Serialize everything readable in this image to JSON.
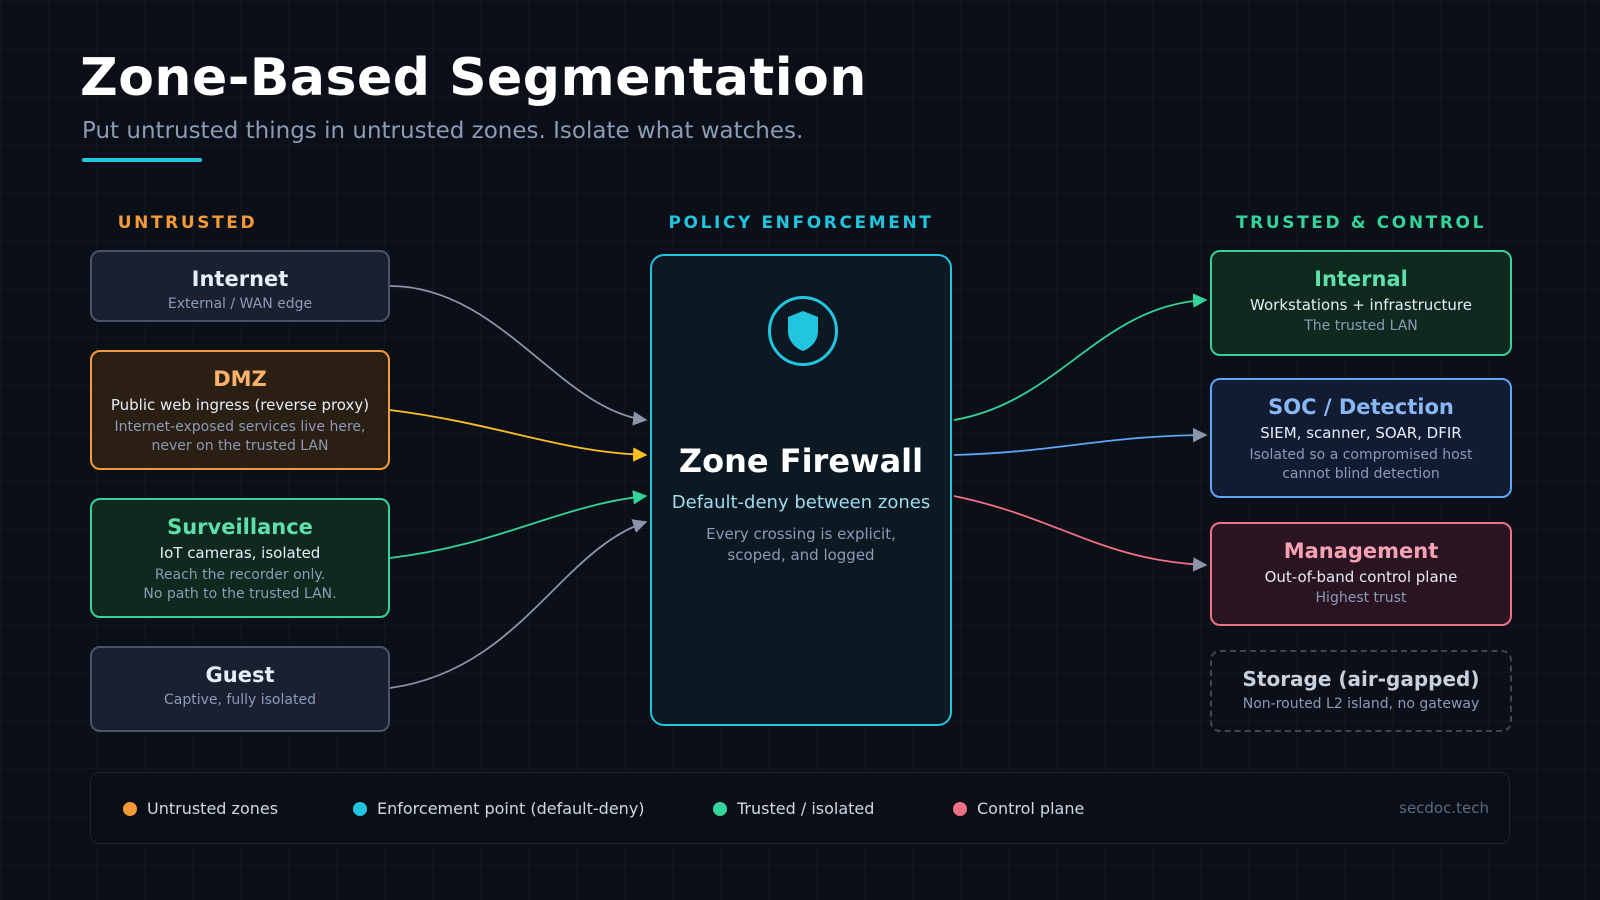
{
  "header": {
    "title": "Zone-Based Segmentation",
    "subtitle": "Put untrusted things in untrusted zones. Isolate what watches."
  },
  "columns": {
    "untrusted": "UNTRUSTED",
    "policy": "POLICY ENFORCEMENT",
    "trusted": "TRUSTED & CONTROL"
  },
  "zones_left": [
    {
      "name": "Internet",
      "sub": "External / WAN edge"
    },
    {
      "name": "DMZ",
      "line1": "Public web ingress (reverse proxy)",
      "note": "Internet-exposed services live here,\nnever on the trusted LAN"
    },
    {
      "name": "Surveillance",
      "line1": "IoT cameras, isolated",
      "note": "Reach the recorder only.\nNo path to the trusted LAN."
    },
    {
      "name": "Guest",
      "sub": "Captive, fully isolated"
    }
  ],
  "firewall": {
    "icon": "shield-icon",
    "name": "Zone Firewall",
    "desc": "Default-deny between zones",
    "note": "Every crossing is explicit,\nscoped, and logged"
  },
  "zones_right": [
    {
      "name": "Internal",
      "line1": "Workstations + infrastructure",
      "sub": "The trusted LAN"
    },
    {
      "name": "SOC / Detection",
      "line1": "SIEM, scanner, SOAR, DFIR",
      "note": "Isolated so a compromised host\ncannot blind detection"
    },
    {
      "name": "Management",
      "line1": "Out-of-band control plane",
      "sub": "Highest trust"
    },
    {
      "name": "Storage (air-gapped)",
      "sub": "Non-routed L2 island, no gateway"
    }
  ],
  "legend": {
    "items": [
      {
        "label": "Untrusted zones",
        "color": "#f59a3a"
      },
      {
        "label": "Enforcement point (default-deny)",
        "color": "#22c5e0"
      },
      {
        "label": "Trusted / isolated",
        "color": "#34d399"
      },
      {
        "label": "Control plane",
        "color": "#f07085"
      }
    ],
    "brand": "secdoc.tech"
  },
  "colors": {
    "accent": "#22c5e0",
    "untrusted": "#f59a3a",
    "trusted": "#34d399",
    "soc": "#8ab8f5",
    "control": "#f07085",
    "neutral": "#8b94a8"
  }
}
